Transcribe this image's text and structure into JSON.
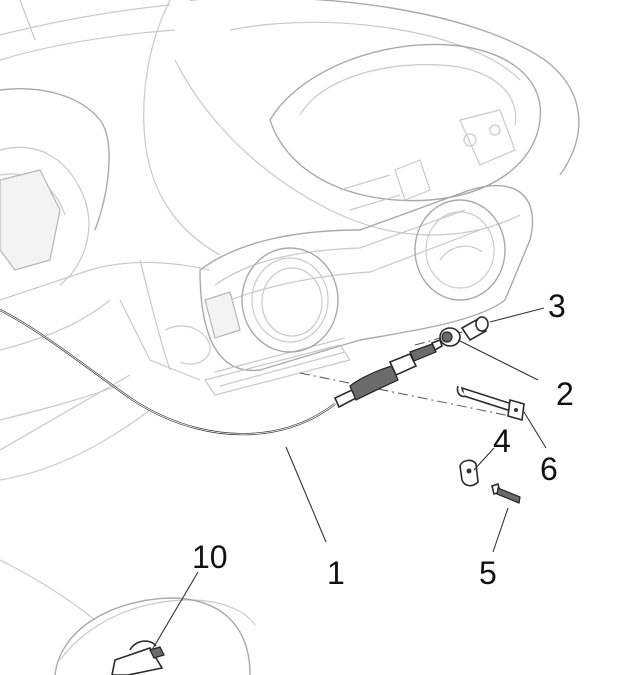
{
  "diagram": {
    "callouts": [
      {
        "id": "callout-1",
        "label": "1"
      },
      {
        "id": "callout-2",
        "label": "2"
      },
      {
        "id": "callout-3",
        "label": "3"
      },
      {
        "id": "callout-4",
        "label": "4"
      },
      {
        "id": "callout-5",
        "label": "5"
      },
      {
        "id": "callout-6",
        "label": "6"
      },
      {
        "id": "callout-10",
        "label": "10"
      }
    ],
    "parts": [
      {
        "ref": "1",
        "name": "cable"
      },
      {
        "ref": "2",
        "name": "cylindrical-nut"
      },
      {
        "ref": "3",
        "name": "pin"
      },
      {
        "ref": "4",
        "name": "bracket-clip"
      },
      {
        "ref": "5",
        "name": "screw"
      },
      {
        "ref": "6",
        "name": "cable-bracket"
      },
      {
        "ref": "10",
        "name": "clamp-detail"
      }
    ]
  }
}
